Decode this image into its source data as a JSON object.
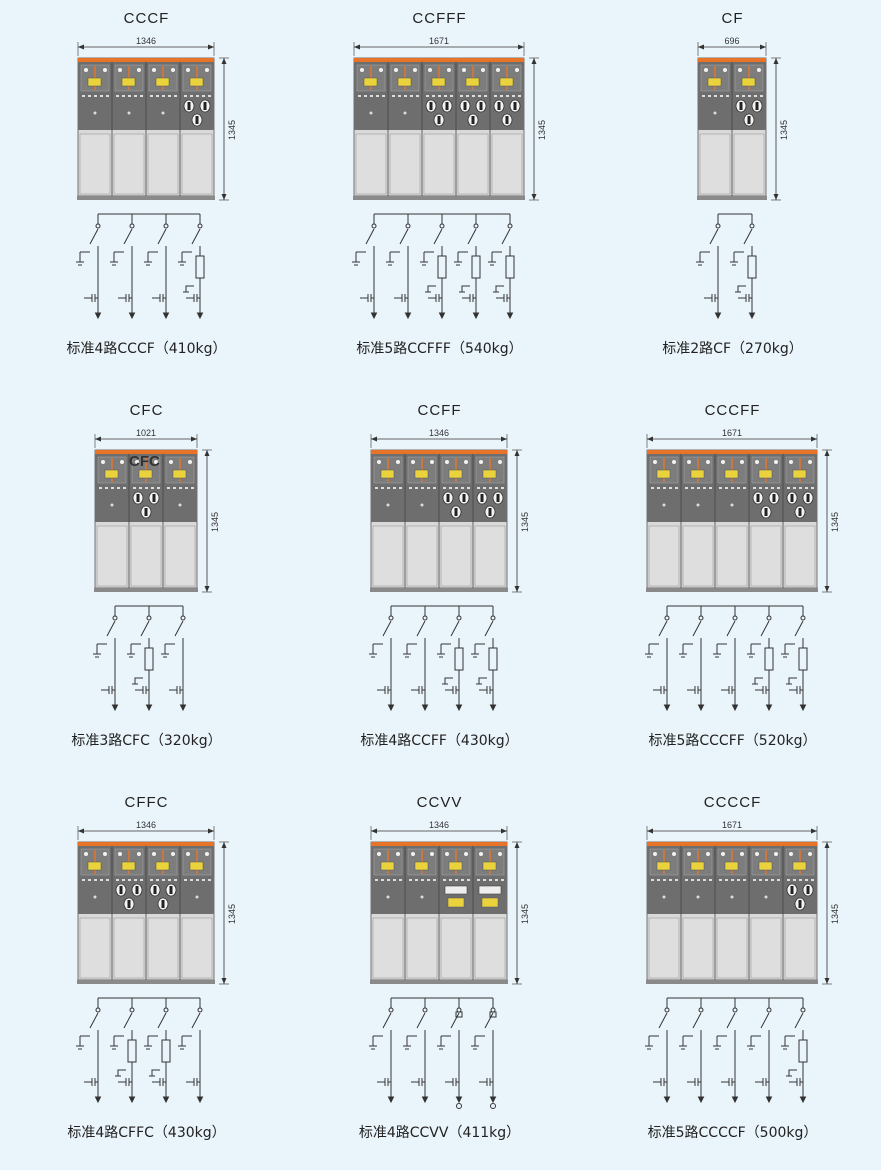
{
  "panels": [
    {
      "title": "CCCF",
      "width": "1346",
      "height": "1345",
      "units": "CCCF",
      "caption": "标准4路CCCF（410kg）"
    },
    {
      "title": "CCFFF",
      "width": "1671",
      "height": "1345",
      "units": "CCFFF",
      "caption": "标准5路CCFFF（540kg）"
    },
    {
      "title": "CF",
      "width": "696",
      "height": "1345",
      "units": "CF",
      "caption": "标准2路CF（270kg）"
    },
    {
      "title": "CFC",
      "width": "1021",
      "height": "1345",
      "units": "CFC",
      "caption": "标准3路CFC（320kg）",
      "overlay": "CFC"
    },
    {
      "title": "CCFF",
      "width": "1346",
      "height": "1345",
      "units": "CCFF",
      "caption": "标准4路CCFF（430kg）"
    },
    {
      "title": "CCCFF",
      "width": "1671",
      "height": "1345",
      "units": "CCCFF",
      "caption": "标准5路CCCFF（520kg）"
    },
    {
      "title": "CFFC",
      "width": "1346",
      "height": "1345",
      "units": "CFFC",
      "caption": "标准4路CFFC（430kg）"
    },
    {
      "title": "CCVV",
      "width": "1346",
      "height": "1345",
      "units": "CCVV",
      "caption": "标准4路CCVV（411kg）"
    },
    {
      "title": "CCCCF",
      "width": "1671",
      "height": "1345",
      "units": "CCCCF",
      "caption": "标准5路CCCCF（500kg）"
    }
  ],
  "colors": {
    "background": "#eaf4fb",
    "panel_dark": "#6e6e6e",
    "panel_light": "#d9d9d9",
    "accent_orange": "#e8742a",
    "accent_yellow": "#e9d23c",
    "line": "#333333"
  }
}
